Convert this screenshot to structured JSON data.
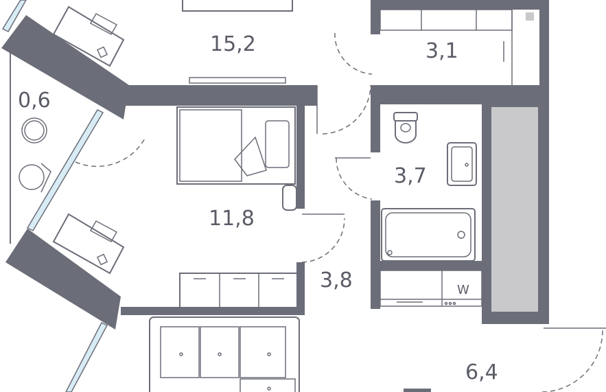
{
  "rooms": [
    {
      "area": "15,2"
    },
    {
      "area": "3,1"
    },
    {
      "area": "0,6"
    },
    {
      "area": "3,7"
    },
    {
      "area": "11,8"
    },
    {
      "area": "3,8"
    },
    {
      "area": "6,4"
    }
  ],
  "appliances": {
    "washer_label": "W"
  },
  "colors": {
    "wall": "#6b6d78",
    "shaft": "#c9c9cb",
    "glass": "#d8ecf6",
    "text": "#5a5c66"
  }
}
